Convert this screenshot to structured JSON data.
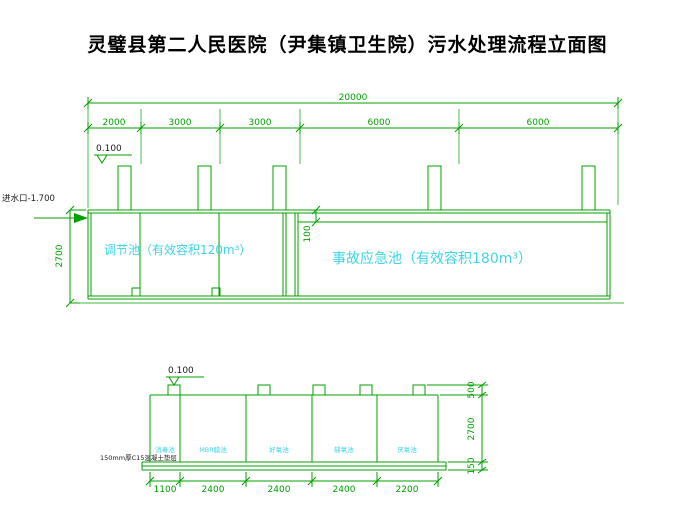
{
  "title": "灵璧县第二人民医院（尹集镇卫生院）污水处理流程立面图",
  "colors": {
    "line_green": "#00a000",
    "label_cyan": "#3fd4e6",
    "text_dark": "#1a1a1a"
  },
  "top_view": {
    "overall_dim": "20000",
    "segment_dims": [
      "2000",
      "3000",
      "3000",
      "6000",
      "6000"
    ],
    "elevation_mark": "0.100",
    "inlet_label": "进水口-1.700",
    "height_dim": "2700",
    "drop_dim": "100",
    "tank_left_label": "调节池（有效容积120m³）",
    "tank_right_label": "事故应急池（有效容积180m³）"
  },
  "bottom_view": {
    "elevation_mark": "0.100",
    "compartments": [
      "消毒池",
      "MBR膜池",
      "好氧池",
      "缺氧池",
      "厌氧池"
    ],
    "foundation_note": "150mm厚C15混凝土垫层",
    "width_dims": [
      "1100",
      "2400",
      "2400",
      "2400",
      "2200"
    ],
    "height_dims": [
      "500",
      "2700",
      "150"
    ]
  }
}
